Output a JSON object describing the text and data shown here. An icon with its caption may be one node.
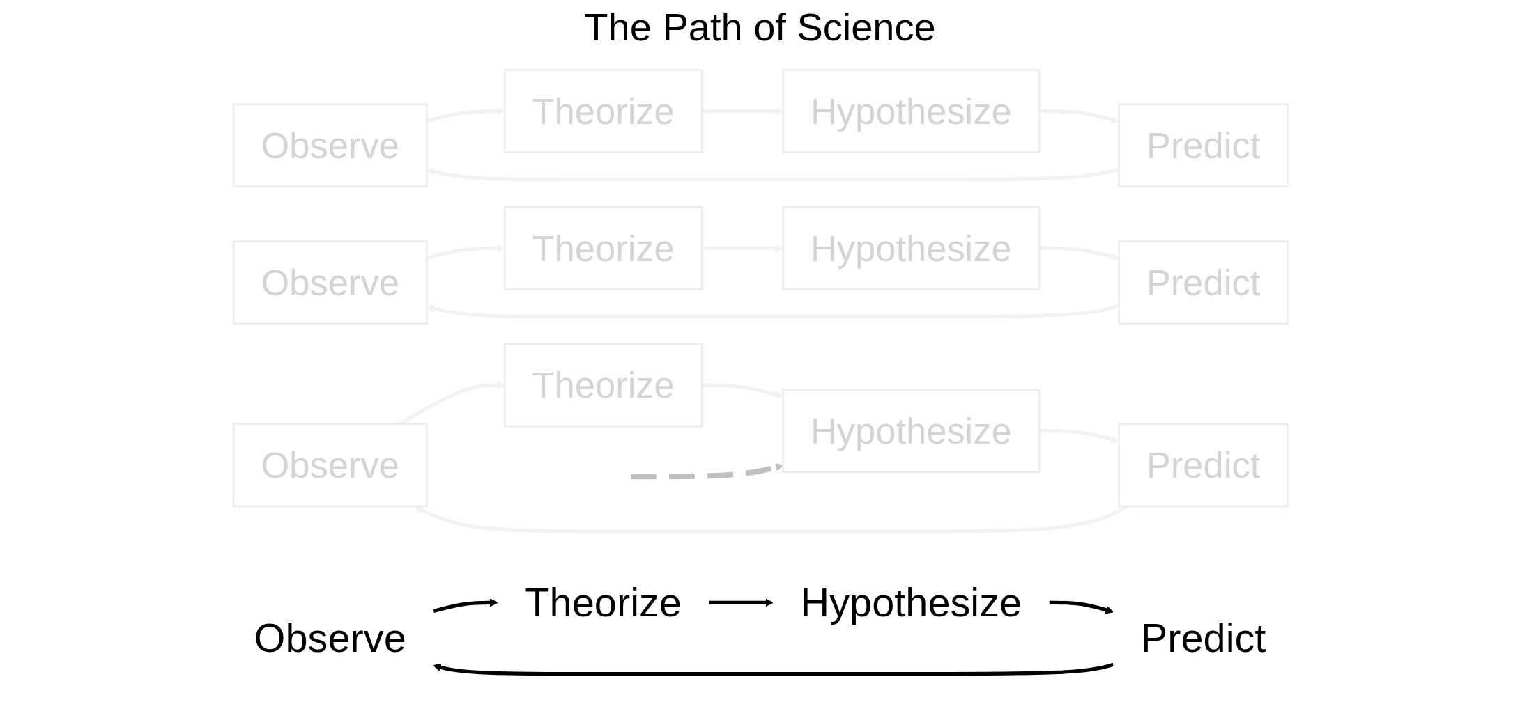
{
  "diagram": {
    "title": "The Path of Science",
    "nodes": [
      {
        "text": [
          "Observe"
        ]
      },
      {
        "text": [
          "Predict"
        ]
      },
      {
        "text": [
          "Observe"
        ]
      },
      {
        "text": [
          "Theorize"
        ]
      },
      {
        "text": [
          "Observe"
        ]
      },
      {
        "text": [
          "Hypothesize"
        ]
      },
      {
        "text": [
          "Predict"
        ]
      },
      {
        "text": [
          "Theorize"
        ]
      },
      {
        "text": [
          "Observe"
        ]
      },
      {
        "text": [
          "Predict"
        ]
      },
      {
        "text": [
          "Theorize"
        ]
      },
      {
        "text": [
          "Hypothesize"
        ]
      },
      {
        "text": [
          "Predict"
        ]
      },
      {
        "text": [
          "Theorize"
        ]
      },
      {
        "text": [
          "Hypothesize"
        ]
      },
      {
        "text": [
          "Hypothesize"
        ]
      }
    ],
    "edges": [
      {
        "from": 0,
        "to": 3,
        "arrow": "to",
        "color": "#f2f2f2"
      },
      {
        "from": 3,
        "to": 5,
        "arrow": "to",
        "color": "#f2f2f2"
      },
      {
        "from": 5,
        "to": 1,
        "arrow": "to",
        "color": "#f2f2f2"
      },
      {
        "from": 1,
        "to": 0,
        "arrow": "to",
        "color": "#f2f2f2"
      },
      {
        "from": 2,
        "to": 7,
        "arrow": "to",
        "color": "#f2f2f2"
      },
      {
        "from": 7,
        "to": 11,
        "arrow": "to",
        "color": "#f2f2f2"
      },
      {
        "from": 11,
        "to": 6,
        "arrow": "to",
        "color": "#f2f2f2"
      },
      {
        "from": 6,
        "to": 2,
        "arrow": "to",
        "color": "#f2f2f2"
      },
      {
        "from": 4,
        "to": 10,
        "arrow": "to",
        "color": "#f2f2f2"
      },
      {
        "from": 10,
        "to": 14,
        "arrow": "to",
        "color": "#f2f2f2"
      },
      {
        "from": 14,
        "to": 9,
        "arrow": "to",
        "color": "#f2f2f2"
      },
      {
        "from": 9,
        "to": 4,
        "arrow": "to",
        "color": "#f2f2f2"
      },
      {
        "from": 8,
        "to": 13,
        "arrow": "to",
        "color": "#000000"
      },
      {
        "from": 13,
        "to": 15,
        "arrow": "to",
        "color": "#000000"
      },
      {
        "from": 15,
        "to": 12,
        "arrow": "to",
        "color": "#000000"
      },
      {
        "from": 12,
        "to": 8,
        "arrow": "to",
        "color": "#000000"
      },
      {
        "from": null,
        "to": 14,
        "arrow": "to",
        "style": "dashed",
        "color": "#bfbfbf"
      }
    ]
  }
}
